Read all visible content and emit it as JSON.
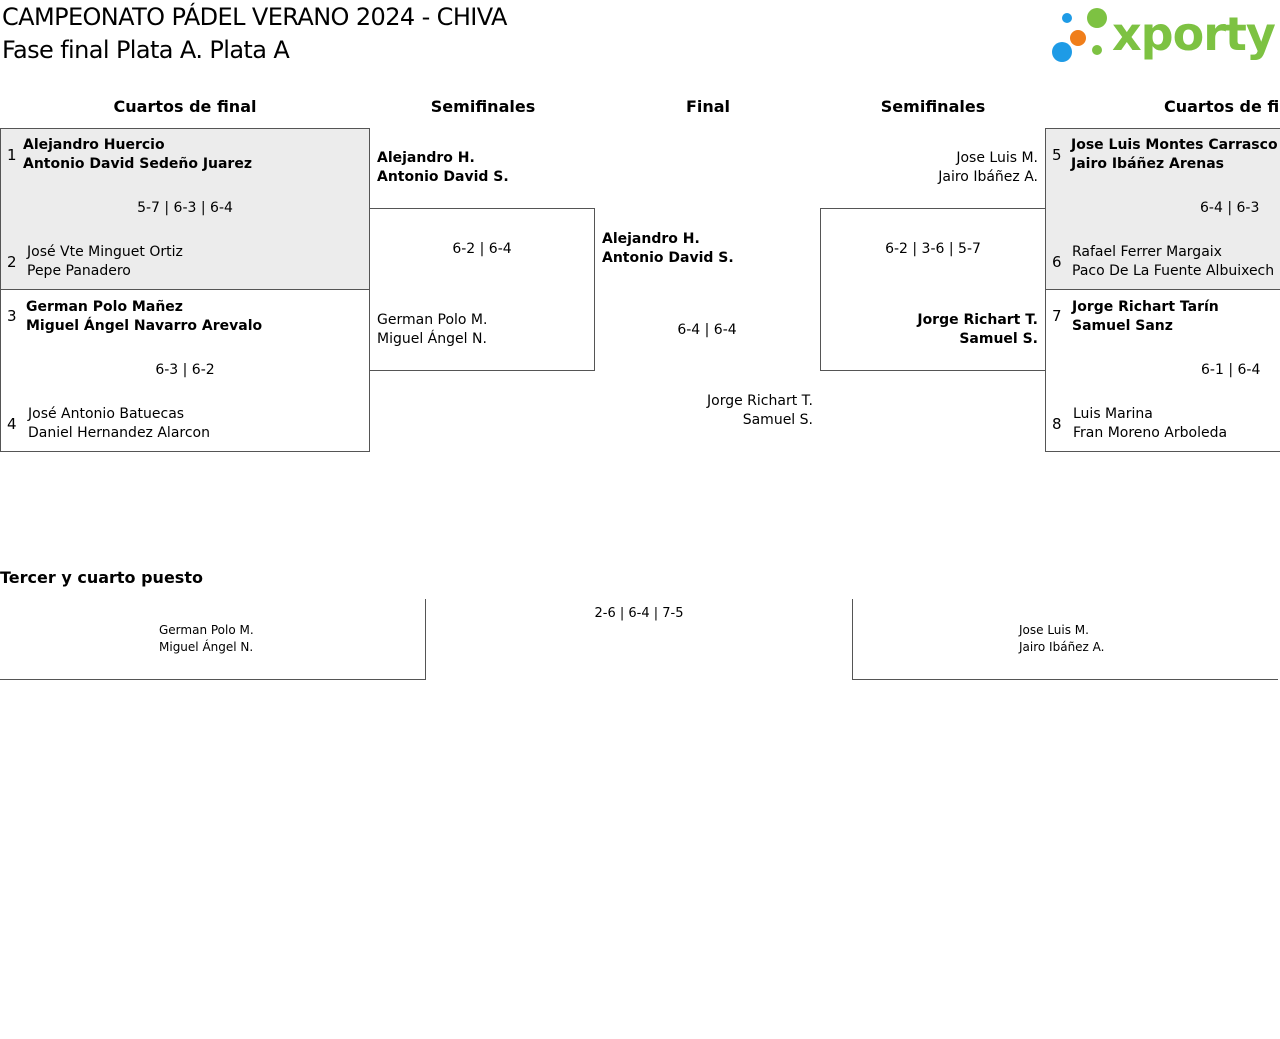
{
  "title": "CAMPEONATO PÁDEL VERANO 2024 - CHIVA",
  "subtitle": "Fase final Plata A. Plata A",
  "logo_text": "xporty",
  "rounds": {
    "left_quarters": "Cuartos de final",
    "left_semis": "Semifinales",
    "final": "Final",
    "right_semis": "Semifinales",
    "right_quarters": "Cuartos de final"
  },
  "qf": [
    {
      "seed_a": "1",
      "a1": "Alejandro Huercio",
      "a2": "Antonio David Sedeño Juarez",
      "score": "5-7 | 6-3 | 6-4",
      "seed_b": "2",
      "b1": "José Vte Minguet Ortiz",
      "b2": "Pepe Panadero"
    },
    {
      "seed_a": "3",
      "a1": "German Polo Mañez",
      "a2": "Miguel Ángel Navarro Arevalo",
      "score": "6-3 | 6-2",
      "seed_b": "4",
      "b1": "José Antonio Batuecas",
      "b2": "Daniel Hernandez Alarcon"
    },
    {
      "seed_a": "5",
      "a1": "Jose Luis Montes Carrasco",
      "a2": "Jairo Ibáñez Arenas",
      "score": "6-4 | 6-3",
      "seed_b": "6",
      "b1": "Rafael Ferrer Margaix",
      "b2": "Paco De La Fuente Albuixech"
    },
    {
      "seed_a": "7",
      "a1": "Jorge Richart Tarín",
      "a2": "Samuel Sanz",
      "score": "6-1 | 6-4",
      "seed_b": "8",
      "b1": "Luis Marina",
      "b2": "Fran Moreno Arboleda"
    }
  ],
  "sf_left": {
    "a1": "Alejandro H.",
    "a2": "Antonio David S.",
    "score": "6-2 | 6-4",
    "b1": "German Polo M.",
    "b2": "Miguel Ángel N."
  },
  "sf_right": {
    "a1": "Jose Luis M.",
    "a2": "Jairo Ibáñez A.",
    "score": "6-2 | 3-6 | 5-7",
    "b1": "Jorge Richart T.",
    "b2": "Samuel S."
  },
  "final": {
    "a1": "Alejandro H.",
    "a2": "Antonio David S.",
    "score": "6-4 | 6-4",
    "b1": "Jorge Richart T.",
    "b2": "Samuel S."
  },
  "third_place": {
    "label": "Tercer y cuarto puesto",
    "a1": "German Polo M.",
    "a2": "Miguel Ángel N.",
    "score": "2-6 | 6-4 | 7-5",
    "b1": "Jose Luis M.",
    "b2": "Jairo Ibáñez A."
  },
  "colors": {
    "logo_green": "#7dc242",
    "dot_blue": "#1e9be6",
    "dot_orange": "#f07e1a",
    "dot_green": "#7dc242",
    "border": "#555555",
    "winner_bg": "#ececec"
  }
}
